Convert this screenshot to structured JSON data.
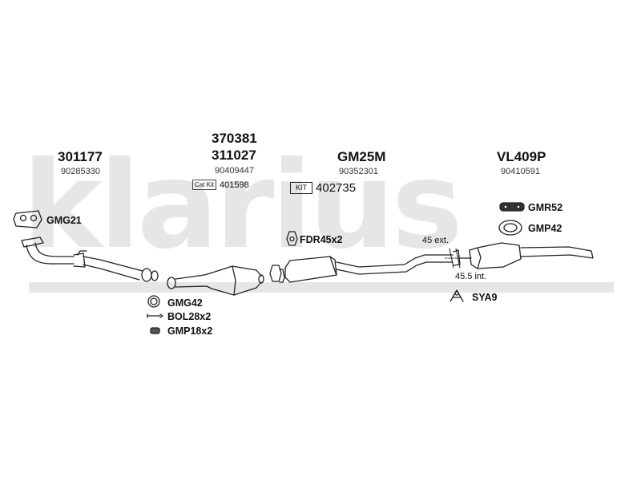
{
  "watermark": {
    "text": "klarius"
  },
  "parts": {
    "p1": {
      "part_no": "301177",
      "oe_no": "90285330"
    },
    "p2": {
      "part_no_top": "370381",
      "part_no": "311027",
      "oe_no": "90409447",
      "catkit_label": "Cat Kit",
      "catkit_no": "401598"
    },
    "p3": {
      "part_no": "GM25M",
      "oe_no": "90352301",
      "kit_label": "KIT",
      "kit_no": "402735"
    },
    "p4": {
      "part_no": "VL409P",
      "oe_no": "90410591"
    }
  },
  "accessories": {
    "gmg21": "GMG21",
    "fdr45": "FDR45x2",
    "gmr52": "GMR52",
    "gmp42": "GMP42",
    "gmg42": "GMG42",
    "bol28": "BOL28x2",
    "gmp18": "GMP18x2",
    "sya9": "SYA9"
  },
  "annotations": {
    "ext": "45 ext.",
    "int": "45.5 int."
  }
}
